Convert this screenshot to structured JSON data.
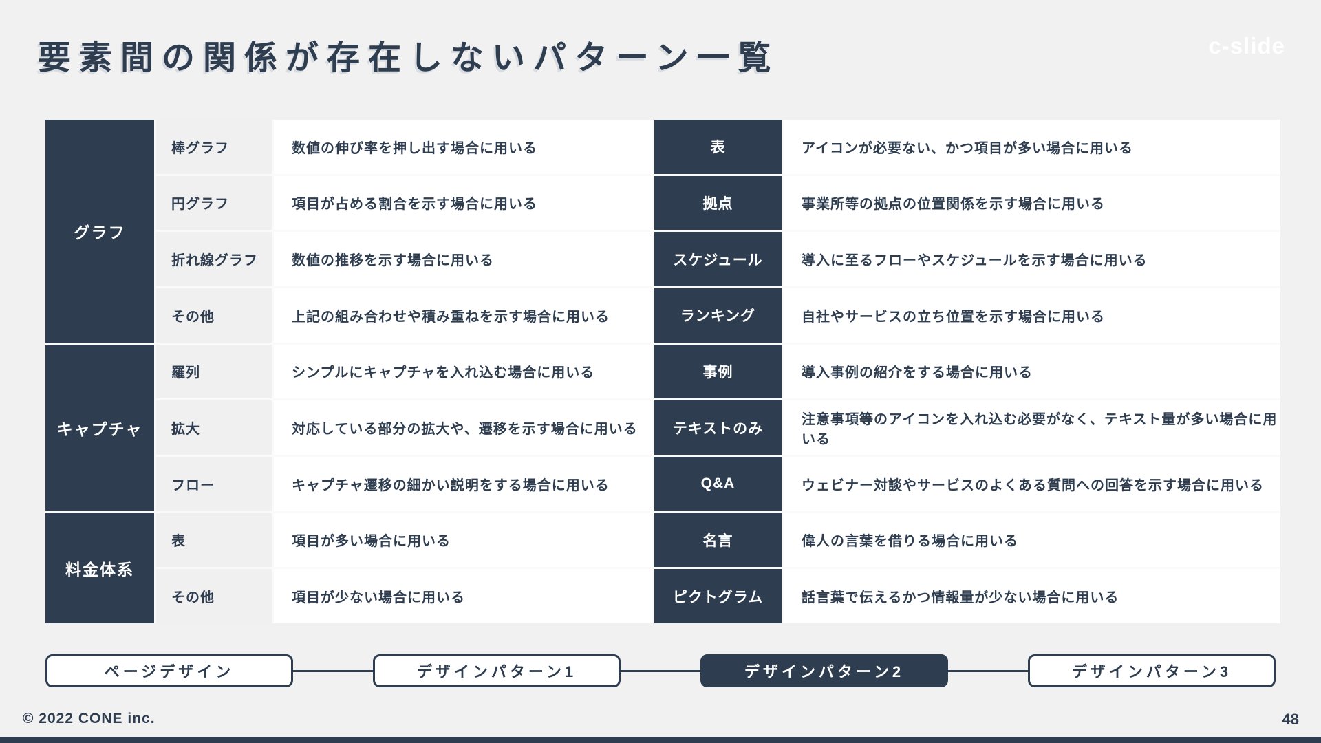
{
  "slide": {
    "title": "要素間の関係が存在しないパターン一覧",
    "logo": "c-slide",
    "copyright": "© 2022 CONE inc.",
    "page_number": "48"
  },
  "colors": {
    "navy": "#2e3d4f",
    "background": "#f1f1f2",
    "item_cell_gray": "#f0f0f1",
    "cell_white": "#ffffff"
  },
  "table": {
    "groups": [
      {
        "category": "グラフ",
        "rows": [
          {
            "item": "棒グラフ",
            "item_desc": "数値の伸び率を押し出す場合に用いる",
            "pattern": "表",
            "pattern_desc": "アイコンが必要ない、かつ項目が多い場合に用いる"
          },
          {
            "item": "円グラフ",
            "item_desc": "項目が占める割合を示す場合に用いる",
            "pattern": "拠点",
            "pattern_desc": "事業所等の拠点の位置関係を示す場合に用いる"
          },
          {
            "item": "折れ線グラフ",
            "item_desc": "数値の推移を示す場合に用いる",
            "pattern": "スケジュール",
            "pattern_desc": "導入に至るフローやスケジュールを示す場合に用いる"
          },
          {
            "item": "その他",
            "item_desc": "上記の組み合わせや積み重ねを示す場合に用いる",
            "pattern": "ランキング",
            "pattern_desc": "自社やサービスの立ち位置を示す場合に用いる"
          }
        ]
      },
      {
        "category": "キャプチャ",
        "rows": [
          {
            "item": "羅列",
            "item_desc": "シンプルにキャプチャを入れ込む場合に用いる",
            "pattern": "事例",
            "pattern_desc": "導入事例の紹介をする場合に用いる"
          },
          {
            "item": "拡大",
            "item_desc": "対応している部分の拡大や、遷移を示す場合に用いる",
            "pattern": "テキストのみ",
            "pattern_desc": "注意事項等のアイコンを入れ込む必要がなく、テキスト量が多い場合に用いる"
          },
          {
            "item": "フロー",
            "item_desc": "キャプチャ遷移の細かい説明をする場合に用いる",
            "pattern": "Q&A",
            "pattern_desc": "ウェビナー対談やサービスのよくある質問への回答を示す場合に用いる"
          }
        ]
      },
      {
        "category": "料金体系",
        "rows": [
          {
            "item": "表",
            "item_desc": "項目が多い場合に用いる",
            "pattern": "名言",
            "pattern_desc": "偉人の言葉を借りる場合に用いる"
          },
          {
            "item": "その他",
            "item_desc": "項目が少ない場合に用いる",
            "pattern": "ピクトグラム",
            "pattern_desc": "話言葉で伝えるかつ情報量が少ない場合に用いる"
          }
        ]
      }
    ]
  },
  "nav": {
    "items": [
      {
        "label": "ページデザイン",
        "active": false
      },
      {
        "label": "デザインパターン1",
        "active": false
      },
      {
        "label": "デザインパターン2",
        "active": true
      },
      {
        "label": "デザインパターン3",
        "active": false
      }
    ]
  }
}
